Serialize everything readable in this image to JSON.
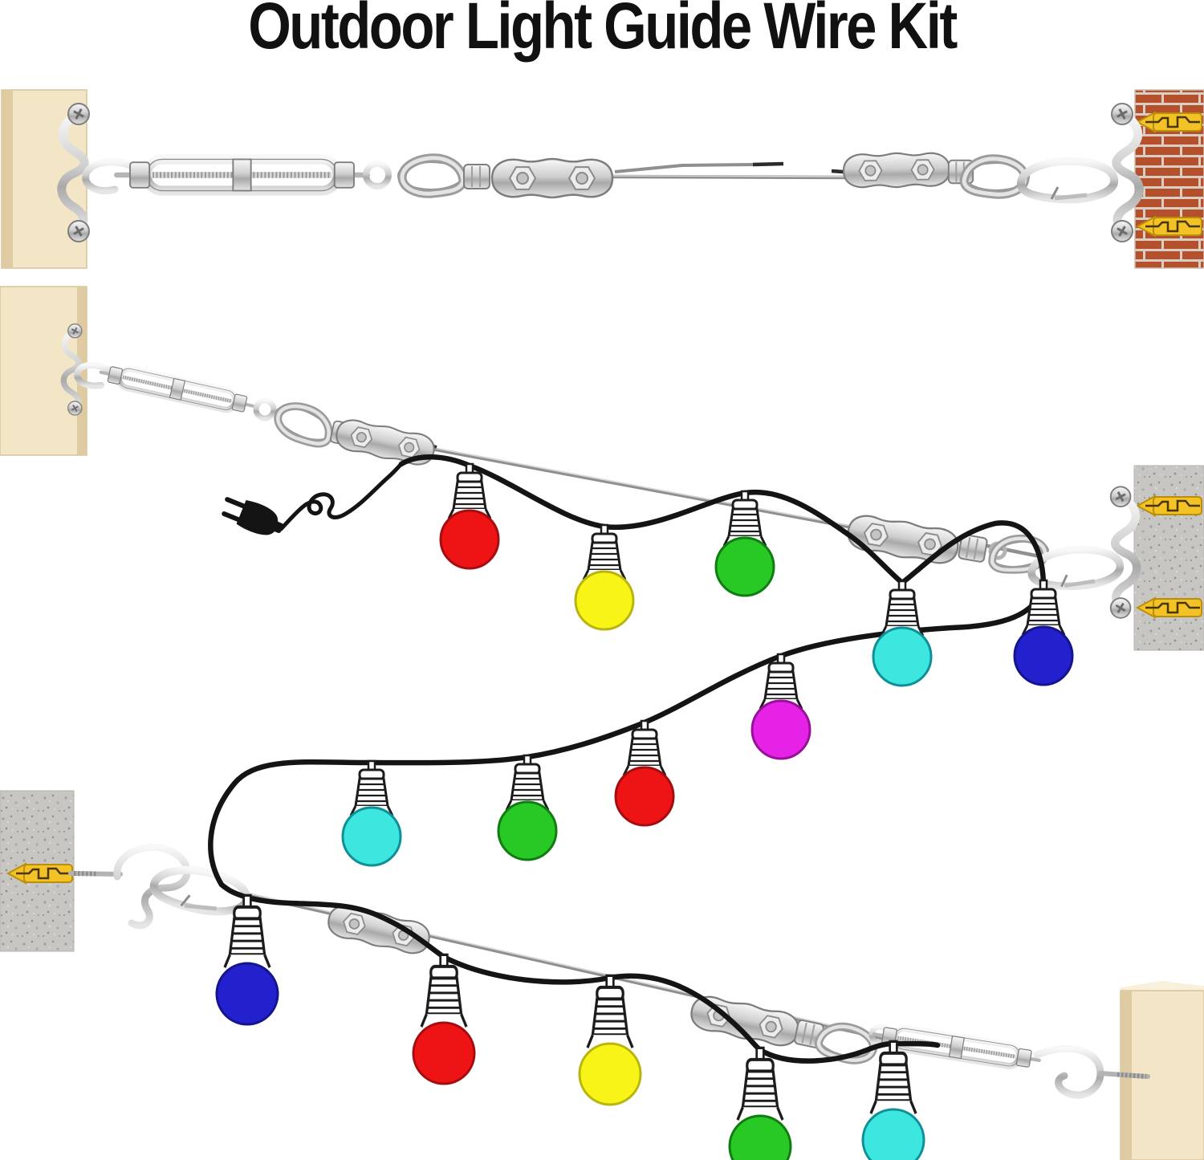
{
  "title": "Outdoor Light Guide Wire Kit",
  "palette": {
    "background": "#ffffff",
    "title_color": "#111111",
    "wood": "#f3e6c6",
    "wood_shade": "#dfcba2",
    "wood_light": "#f9f0dc",
    "brick": "#b5502d",
    "mortar": "#d9cec1",
    "concrete": "#c8c6c2",
    "anchor": "#f2c227",
    "anchor_stroke": "#bb8e09",
    "anchor_slot": "#4a3505",
    "metal_stroke": "#7d7d7d",
    "wire": "#8f8f8f",
    "wire_hi": "#d9d9d9",
    "wire_dark_tip": "#2b2b2b",
    "cable": "#141414",
    "socket_fill": "#ffffff",
    "socket_stroke": "#1c1c1c"
  },
  "bulb_palette": {
    "red": {
      "fill": "#ee1315",
      "stroke": "#a50d10"
    },
    "yellow": {
      "fill": "#f8f418",
      "stroke": "#b9b50f"
    },
    "green": {
      "fill": "#28c825",
      "stroke": "#0f7d12"
    },
    "cyan": {
      "fill": "#3ee6e0",
      "stroke": "#0f8f96"
    },
    "blue": {
      "fill": "#2221cd",
      "stroke": "#14148f"
    },
    "magenta": {
      "fill": "#e722e7",
      "stroke": "#981098"
    }
  },
  "strings": {
    "upper_run_colors": [
      "red",
      "yellow",
      "green",
      "cyan",
      "blue"
    ],
    "middle_run_colors": [
      "cyan",
      "green",
      "red",
      "magenta"
    ],
    "lower_run_colors": [
      "blue",
      "red",
      "yellow",
      "green",
      "cyan"
    ]
  },
  "icons": {
    "power_plug": "power-plug-silhouette",
    "phillips_screw": "phillips-cross-screw-head",
    "wall_anchor": "expansion-plug-arrow",
    "light_bulb": "string-light-bulb"
  }
}
